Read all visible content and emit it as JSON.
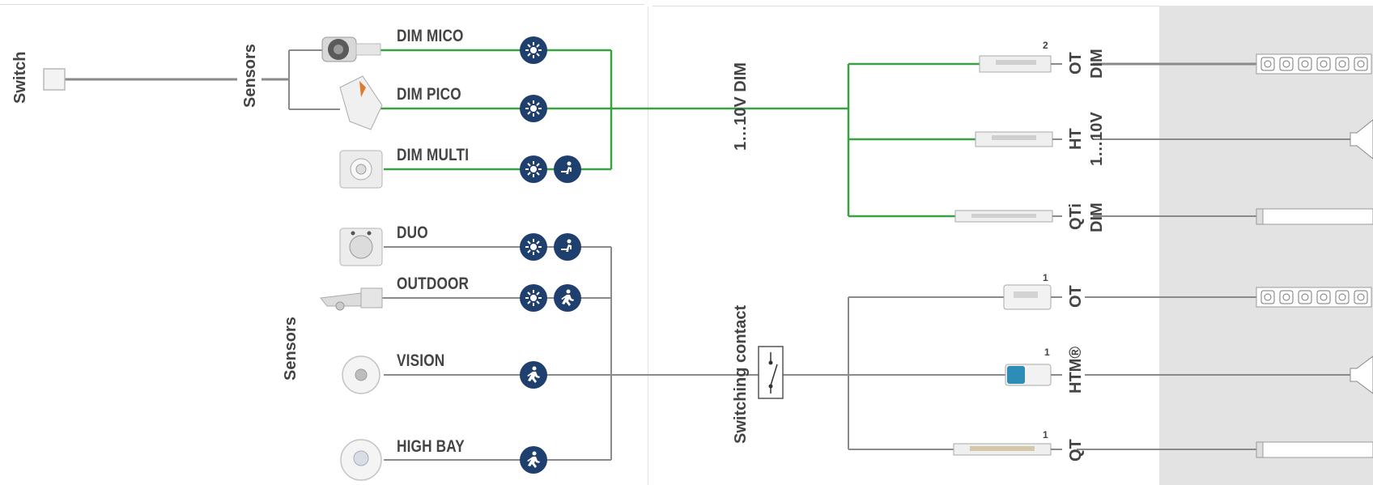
{
  "left": {
    "switch_label": "Switch",
    "sensors_label_top": "Sensors",
    "sensors_label_bottom": "Sensors"
  },
  "sensors_dim": [
    {
      "name": "DIM MICO"
    },
    {
      "name": "DIM PICO"
    },
    {
      "name": "DIM MULTI"
    }
  ],
  "sensors_switch": [
    {
      "name": "DUO"
    },
    {
      "name": "OUTDOOR"
    },
    {
      "name": "VISION"
    },
    {
      "name": "HIGH BAY"
    }
  ],
  "middle": {
    "dim_label": "1…10V DIM",
    "switch_label": "Switching contact"
  },
  "drivers_dim": [
    {
      "type": "OT",
      "interface": "DIM",
      "note": "2"
    },
    {
      "type": "HT",
      "interface": "1…10V",
      "note": ""
    },
    {
      "type": "QTi",
      "interface": "DIM",
      "note": ""
    }
  ],
  "drivers_switch": [
    {
      "type": "OT",
      "note": "1"
    },
    {
      "type": "HTM®",
      "note": "1"
    },
    {
      "type": "QT",
      "note": "1"
    }
  ],
  "colors": {
    "dim_wire": "#3aa142",
    "switch_wire": "#8a8a8a",
    "icon_bg": "#1f3f6f",
    "lamp_panel": "#e3e3e3"
  },
  "icons": {
    "light": "light-sensor-icon",
    "motion": "motion-sensor-icon",
    "presence": "presence-sensor-icon"
  }
}
